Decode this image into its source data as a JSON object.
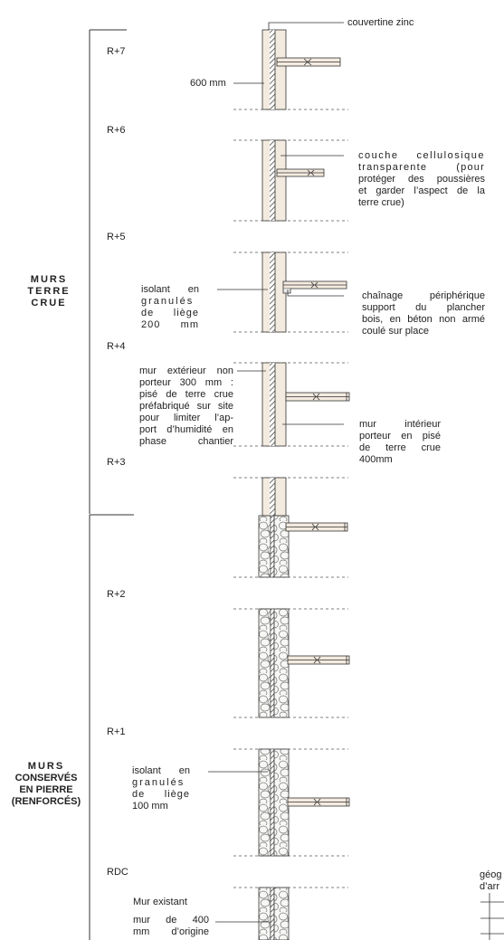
{
  "levels": [
    "R+7",
    "R+6",
    "R+5",
    "R+4",
    "R+3",
    "R+2",
    "R+1",
    "RDC"
  ],
  "sections": {
    "terre": [
      "MURS",
      "TERRE",
      "CRUE"
    ],
    "pierre": [
      "MURS",
      "CONSERVÉS",
      "EN PIERRE",
      "(RENFORCÉS)"
    ]
  },
  "labels": {
    "zinc": "couvertine zinc",
    "dim600": "600 mm",
    "cellulose": [
      "couche cellulosique",
      "transparente (pour",
      "protéger des poussières",
      "et garder l’aspect de la",
      "terre crue)"
    ],
    "liege200": [
      "isolant en",
      "granulés",
      "de liège",
      "200 mm"
    ],
    "chainage": [
      "chaînage périphérique",
      "support du plancher",
      "bois, en béton non armé",
      "coulé sur place"
    ],
    "murext": [
      "mur extérieur non",
      "porteur 300 mm :",
      "pisé de terre crue",
      "préfabriqué sur site",
      "pour limiter l’ap-",
      "port d’humidité en",
      "phase chantier"
    ],
    "murint": [
      "mur intérieur",
      "porteur en pisé",
      "de terre crue",
      "400mm"
    ],
    "liege100": [
      "isolant en",
      "granulés",
      "de liège",
      "100 mm"
    ],
    "existant_title": "Mur existant",
    "existant": [
      "mur de 400",
      "mm d’origine"
    ],
    "cut_right": [
      "géog",
      "d’arr"
    ]
  }
}
